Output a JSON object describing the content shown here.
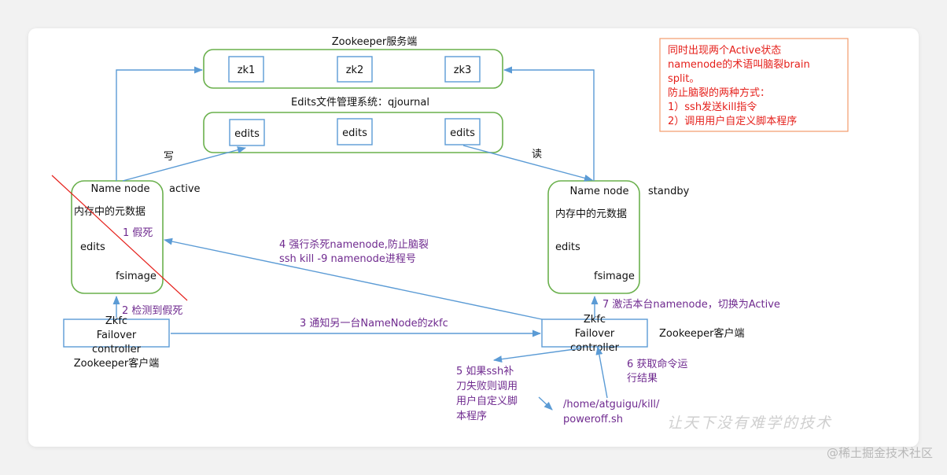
{
  "server": {
    "title": "Zookeeper服务端",
    "nodes": [
      "zk1",
      "zk2",
      "zk3"
    ]
  },
  "journal": {
    "title": "Edits文件管理系统：qjournal",
    "nodes": [
      "edits",
      "edits",
      "edits"
    ]
  },
  "left_namenode": {
    "title": "Name node",
    "state": "active",
    "metadata": "内存中的元数据",
    "edits": "edits",
    "fsimage": "fsimage",
    "fake_dead": "1 假死"
  },
  "right_namenode": {
    "title": "Name node",
    "state": "standby",
    "metadata": "内存中的元数据",
    "edits": "edits",
    "fsimage": "fsimage"
  },
  "left_zkfc": {
    "lines": [
      "Zkfc",
      "Failover",
      "controller"
    ],
    "client_label": "Zookeeper客户端"
  },
  "right_zkfc": {
    "lines": [
      "Zkfc",
      "Failover",
      "controller"
    ],
    "client_label": "Zookeeper客户端"
  },
  "labels": {
    "write": "写",
    "read": "读",
    "detect": "2 检测到假死",
    "notify": "3 通知另一台NameNode的zkfc",
    "kill_line1": "4 强行杀死namenode,防止脑裂",
    "kill_line2": "ssh kill -9 namenode进程号",
    "fallback": [
      "5 如果ssh补",
      "刀失败则调用",
      "用户自定义脚",
      "本程序"
    ],
    "result": [
      "6 获取命令运",
      "行结果"
    ],
    "activate": "7 激活本台namenode，切换为Active",
    "script_path": [
      "/home/atguigu/kill/",
      "poweroff.sh"
    ]
  },
  "note": {
    "lines": [
      "同时出现两个Active状态",
      "namenode的术语叫脑裂brain",
      "split。",
      "防止脑裂的两种方式：",
      "1）ssh发送kill指令",
      "2）调用用户自定义脚本程序"
    ],
    "color": "#e5201b"
  },
  "watermark": "让天下没有难学的技术",
  "site": "@稀土掘金技术社区",
  "colors": {
    "green": "#6ab04c",
    "blue": "#5b9bd5",
    "purple": "#6f2a8f",
    "red": "#e5201b"
  }
}
